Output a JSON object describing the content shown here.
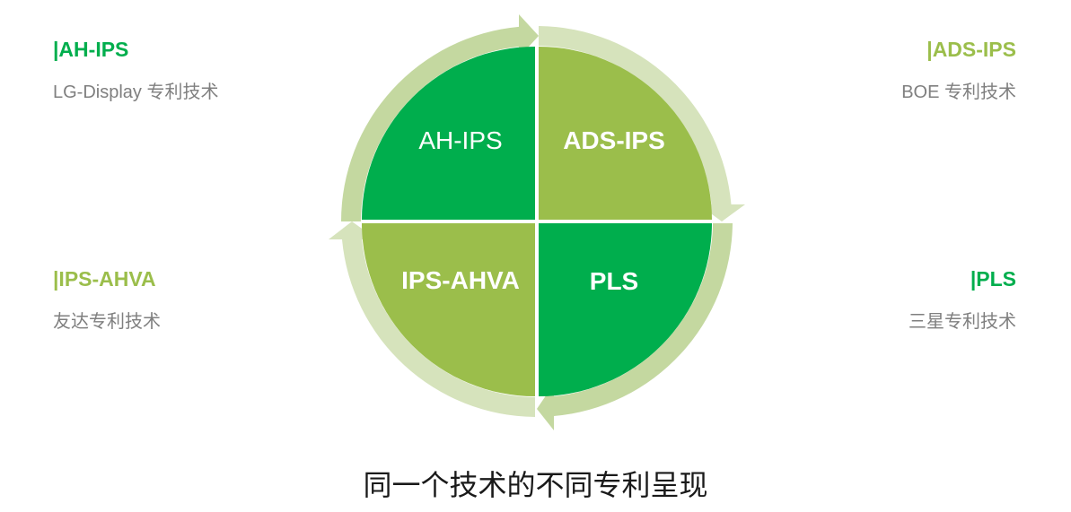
{
  "colors": {
    "dark_green": "#00AE4D",
    "light_green": "#9BBE4B",
    "ring_light": "#D6E3BC",
    "ring_mid": "#C4D8A0",
    "sub_text": "#7F7F7F"
  },
  "labels": [
    {
      "id": "top-left",
      "title": "|AH-IPS",
      "subtitle": "LG-Display 专利技术",
      "color": "#00AE4D"
    },
    {
      "id": "top-right",
      "title": "|ADS-IPS",
      "subtitle": "BOE 专利技术",
      "color": "#9BBE4B"
    },
    {
      "id": "bottom-left",
      "title": "|IPS-AHVA",
      "subtitle": "友达专利技术",
      "color": "#9BBE4B"
    },
    {
      "id": "bottom-right",
      "title": "|PLS",
      "subtitle": "三星专利技术",
      "color": "#00AE4D"
    }
  ],
  "quadrants": [
    {
      "position": "top-left",
      "label": "AH-IPS",
      "fill": "#00AE4D",
      "bold": false
    },
    {
      "position": "top-right",
      "label": "ADS-IPS",
      "fill": "#9BBE4B",
      "bold": true
    },
    {
      "position": "bottom-left",
      "label": "IPS-AHVA",
      "fill": "#9BBE4B",
      "bold": true
    },
    {
      "position": "bottom-right",
      "label": "PLS",
      "fill": "#00AE4D",
      "bold": true
    }
  ],
  "cycle_arrows": {
    "direction": "clockwise",
    "count": 4
  },
  "caption": "同一个技术的不同专利呈现"
}
